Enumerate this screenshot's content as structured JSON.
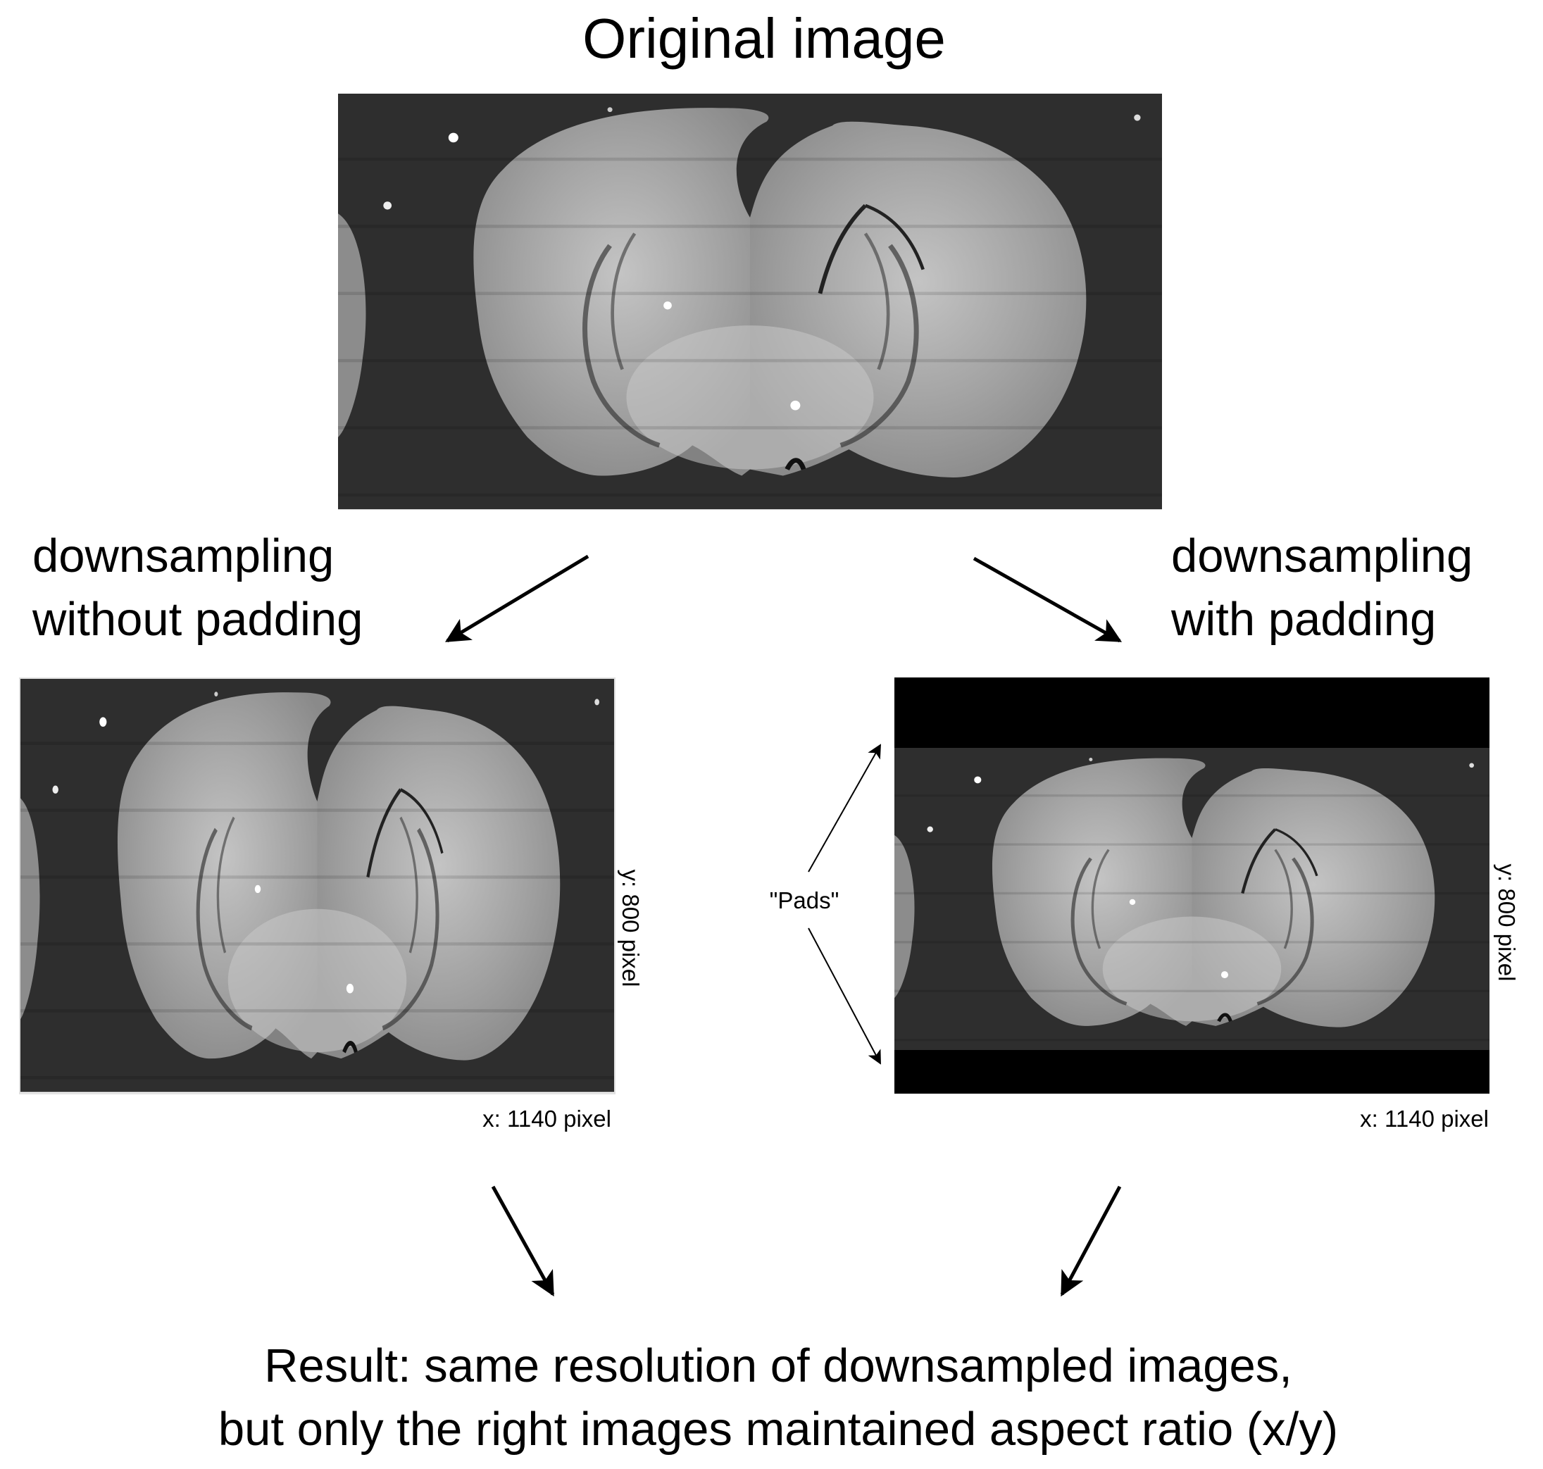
{
  "title": "Original image",
  "left_panel": {
    "caption_line1": "downsampling",
    "caption_line2": "without padding",
    "x_dim": "x: 1140 pixel",
    "y_dim": "y: 800 pixel"
  },
  "right_panel": {
    "caption_line1": "downsampling",
    "caption_line2": "with padding",
    "x_dim": "x: 1140 pixel",
    "y_dim": "y: 800 pixel",
    "pads_label": "\"Pads\""
  },
  "result": {
    "line1": "Result: same resolution of downsampled images,",
    "line2": "but only the right images maintained aspect ratio (x/y)"
  },
  "colors": {
    "image_background": "#2e2e2e",
    "tissue": "#9b9b9b",
    "pad": "#000000"
  }
}
